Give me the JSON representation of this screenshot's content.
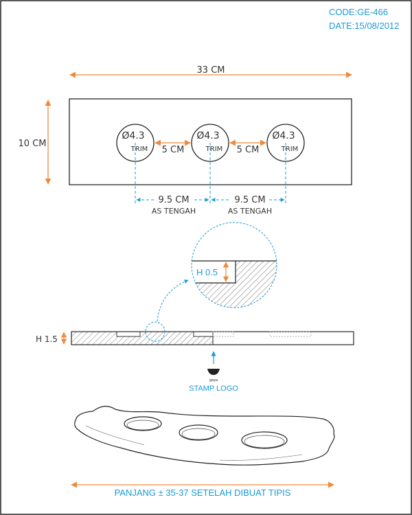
{
  "header": {
    "code": "CODE:GE-466",
    "date": "DATE:15/08/2012"
  },
  "top_view": {
    "width_label": "33 CM",
    "height_label": "10 CM",
    "holes": [
      {
        "diameter": "Ø4.3",
        "note": "TRIM"
      },
      {
        "diameter": "Ø4.3",
        "note": "TRIM"
      },
      {
        "diameter": "Ø4.3",
        "note": "TRIM"
      }
    ],
    "gap_labels": [
      "5 CM",
      "5 CM"
    ],
    "center_labels": [
      {
        "value": "9.5 CM",
        "note": "AS TENGAH"
      },
      {
        "value": "9.5 CM",
        "note": "AS TENGAH"
      }
    ]
  },
  "detail": {
    "depth_label": "H 0.5"
  },
  "section_view": {
    "height_label": "H 1.5",
    "stamp_text": "gaya",
    "stamp_label": "STAMP LOGO"
  },
  "bottom": {
    "length_note": "PANJANG ± 35-37 SETELAH DIBUAT TIPIS"
  },
  "colors": {
    "accent_blue": "#1a9ad6",
    "dimension_orange": "#f08a3c",
    "outline": "#222222"
  }
}
